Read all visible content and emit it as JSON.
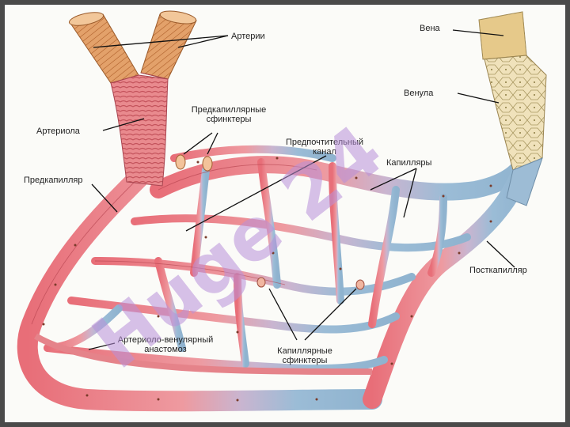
{
  "labels": {
    "arteries": "Артерии",
    "arteriole": "Артериола",
    "precap_sphincters": [
      "Предкапиллярные",
      "сфинктеры"
    ],
    "precapillary": "Предкапилляр",
    "thoroughfare": [
      "Предпочтительный",
      "канал"
    ],
    "capillaries": "Капилляры",
    "vein": "Вена",
    "venule": "Венула",
    "postcapillary": "Посткапилляр",
    "anastomosis": [
      "Артериоло-венулярный",
      "анастомоз"
    ],
    "cap_sphincters": [
      "Капиллярные",
      "сфинктеры"
    ]
  },
  "watermark": "Huge 24",
  "colors": {
    "arterial": "#e8707a",
    "arterial_light": "#f2a3a8",
    "venous": "#8fb3cf",
    "artery_wall": "#d9955e",
    "vein_wall": "#efe0b8",
    "watermark": "#c9a8e0"
  }
}
